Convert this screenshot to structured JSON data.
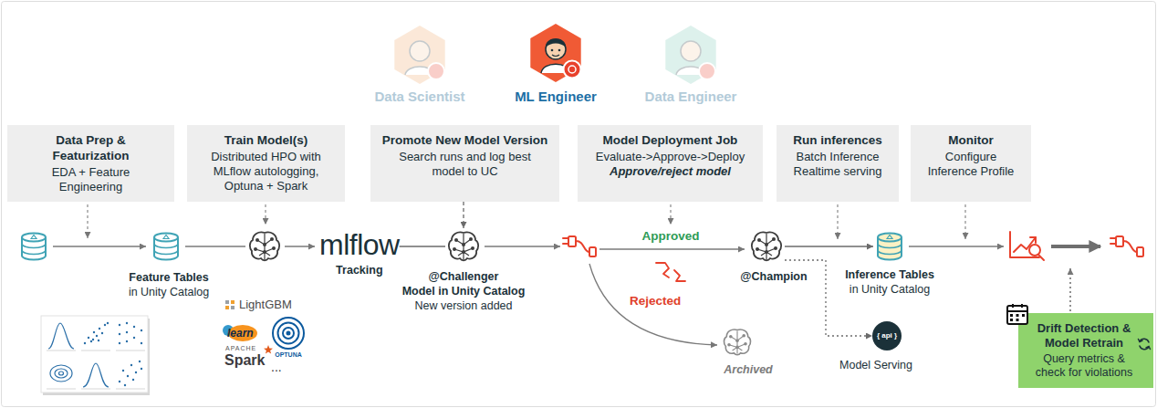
{
  "diagram": {
    "nodes": [
      {
        "text": [
          "Data Prep & Featurization",
          "EDA + Feature Engineering"
        ]
      },
      {
        "text": [
          "Train Model(s)",
          "Distributed HPO with MLflow autologging, Optuna + Spark"
        ]
      },
      {
        "text": [
          "Promote New Model Version",
          "Search runs and log best model to UC"
        ]
      },
      {
        "text": [
          "Model Deployment Job",
          "Evaluate->Approve->Deploy",
          "Approve/reject model"
        ]
      },
      {
        "text": [
          "Run inferences",
          "Batch Inference Realtime serving"
        ]
      },
      {
        "text": [
          "Monitor",
          "Configure Inference Profile"
        ]
      },
      {
        "text": [
          "Feature Tables",
          "in Unity Catalog"
        ]
      },
      {
        "text": [
          "mlflow",
          "Tracking"
        ]
      },
      {
        "text": [
          "@Challenger",
          "Model in Unity Catalog",
          "New version added"
        ]
      },
      {
        "text": [
          "@Champion"
        ]
      },
      {
        "text": [
          "Archived"
        ]
      },
      {
        "text": [
          "Inference Tables",
          "in Unity Catalog"
        ]
      },
      {
        "text": [
          "{ api }",
          "Model Serving"
        ]
      },
      {
        "text": [
          "Drift Detection & Model Retrain",
          "Query metrics & check for violations"
        ]
      }
    ],
    "edges": [
      {
        "from": 2,
        "to": 8,
        "arrow": "to"
      },
      {
        "from": 7,
        "to": 8,
        "arrow": "none"
      },
      {
        "from": 9,
        "to": 11,
        "arrow": "to"
      },
      {
        "from": 9,
        "to": 12,
        "arrow": "to"
      }
    ],
    "labels": [
      "Data Scientist",
      "ML Engineer",
      "Data Engineer",
      "Approved",
      "Rejected",
      "LightGBM",
      "learn",
      "APACHE",
      "Spark",
      "OPTUNA",
      "..."
    ]
  }
}
